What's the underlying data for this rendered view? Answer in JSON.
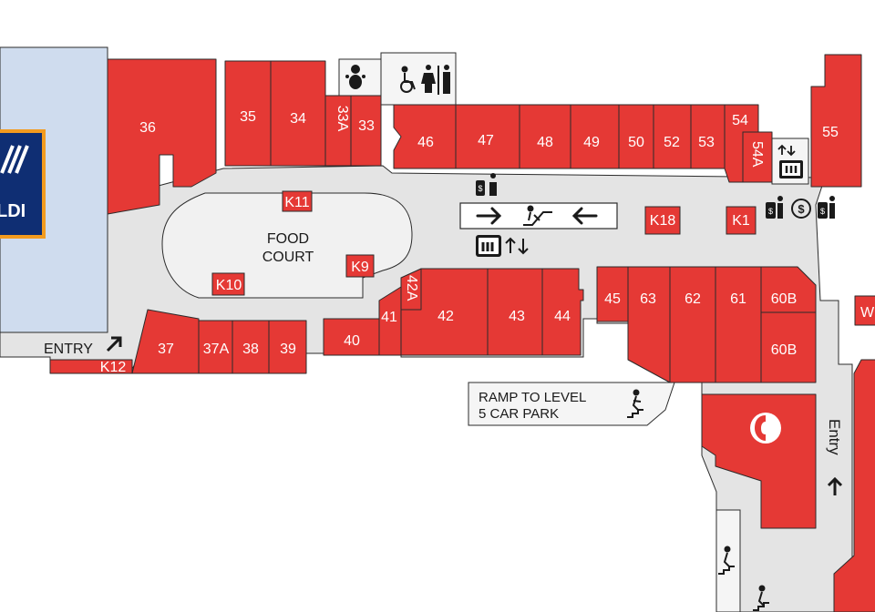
{
  "colors": {
    "shop": "#e53935",
    "mall": "#e4e4e4",
    "anchor": "#cfdcee",
    "outline": "#2b2b2b",
    "aldi_blue": "#0f2e73",
    "aldi_orange": "#f39b1e"
  },
  "shops": [
    "36",
    "35",
    "34",
    "33A",
    "33",
    "46",
    "47",
    "48",
    "49",
    "50",
    "52",
    "53",
    "54",
    "54A",
    "55",
    "37",
    "37A",
    "38",
    "39",
    "40",
    "41",
    "42A",
    "42",
    "43",
    "44",
    "45",
    "63",
    "62",
    "61",
    "60B",
    "60B",
    "W"
  ],
  "kiosks": [
    "K11",
    "K10",
    "K9",
    "K18",
    "K1",
    "K12"
  ],
  "food_court": {
    "line1": "FOOD",
    "line2": "COURT"
  },
  "labels": {
    "entry_left": "ENTRY",
    "entry_right": "Entry",
    "ramp_line1": "RAMP TO LEVEL",
    "ramp_line2": "5 CAR PARK",
    "aldi": "LDI"
  },
  "icons": [
    "baby-change-icon",
    "accessible-toilet-icon",
    "toilets-icon",
    "atm-icon",
    "escalator-icon",
    "arrow-right-icon",
    "arrow-left-icon",
    "lift-icon",
    "updown-arrows-icon",
    "money-icon",
    "stairs-icon",
    "entry-arrow-icon",
    "australia-post-icon"
  ]
}
